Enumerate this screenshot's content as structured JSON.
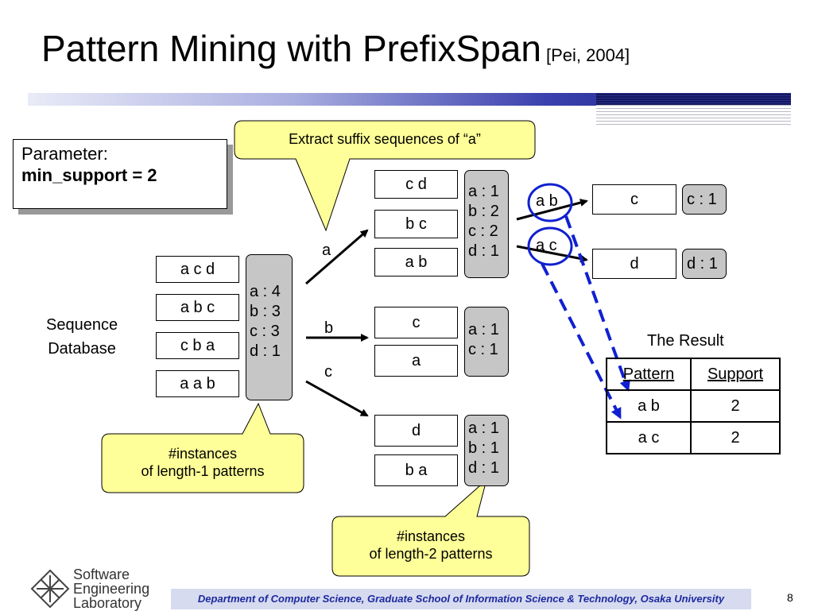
{
  "title": "Pattern Mining with PrefixSpan",
  "citation": "[Pei, 2004]",
  "parameter": {
    "line1": "Parameter:",
    "line2": "min_support = 2"
  },
  "callout_top": "Extract suffix sequences of  “a”",
  "database_label": [
    "Sequence",
    "Database"
  ],
  "database": [
    "a  c  d",
    "a  b  c",
    "c  b  a",
    "a  a  b"
  ],
  "length1_counts": [
    "a : 4",
    "b : 3",
    "c : 3",
    "d : 1"
  ],
  "arrow_labels": {
    "a": "a",
    "b": "b",
    "c": "c"
  },
  "proj_a": [
    "c  d",
    "b  c",
    "a  b"
  ],
  "proj_a_counts": [
    "a : 1",
    "b : 2",
    "c : 2",
    "d : 1"
  ],
  "proj_b": [
    "c",
    "a"
  ],
  "proj_b_counts": [
    "a : 1",
    "c : 1"
  ],
  "proj_c": [
    "d",
    "b  a"
  ],
  "proj_c_counts": [
    "a : 1",
    "b : 1",
    "d : 1"
  ],
  "ab_label": "a b",
  "ac_label": "a c",
  "proj_ab": "c",
  "proj_ab_count": "c : 1",
  "proj_ac": "d",
  "proj_ac_count": "d : 1",
  "result": {
    "title": "The Result",
    "headers": [
      "Pattern",
      "Support"
    ],
    "rows": [
      [
        "a  b",
        "2"
      ],
      [
        "a  c",
        "2"
      ]
    ]
  },
  "callout_len1": [
    "#instances",
    "of length-1 patterns"
  ],
  "callout_len2": [
    "#instances",
    "of length-2 patterns"
  ],
  "logo": [
    "Software",
    "Engineering",
    "Laboratory"
  ],
  "footer": "Department of Computer Science, Graduate School of Information Science & Technology, Osaka University",
  "page_number": "8"
}
